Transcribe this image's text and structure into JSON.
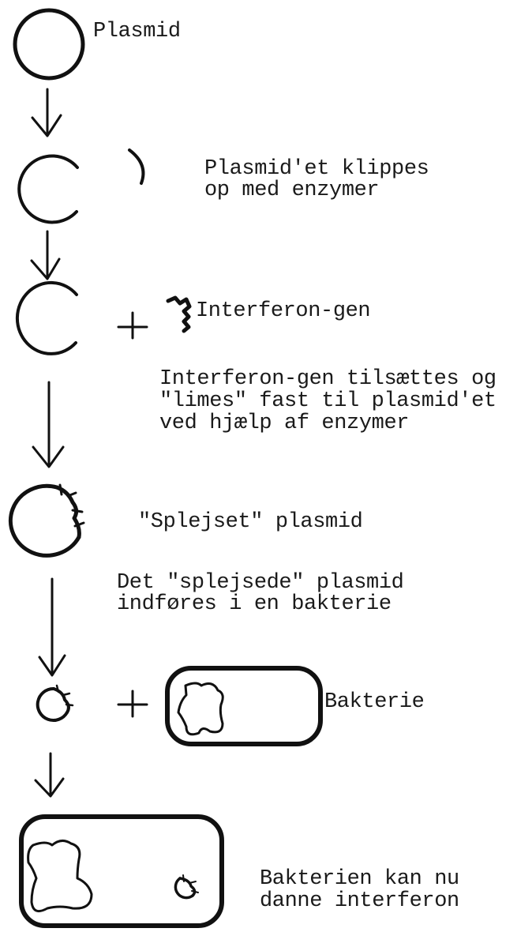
{
  "labels": {
    "plasmid": "Plasmid",
    "cut_line1": "Plasmid'et klippes",
    "cut_line2": "op med enzymer",
    "gene": "Interferon-gen",
    "add_line1": "Interferon-gen tilsættes og",
    "add_line2": "\"limes\" fast til plasmid'et",
    "add_line3": "ved hjælp af enzymer",
    "spliced": "\"Splejset\" plasmid",
    "insert_line1": "Det \"splejsede\" plasmid",
    "insert_line2": "indføres i en bakterie",
    "bacterium": "Bakterie",
    "result_line1": "Bakterien kan nu",
    "result_line2": "danne interferon"
  },
  "colors": {
    "ink": "#111111",
    "text": "#1a1a1a",
    "background": "#ffffff"
  }
}
